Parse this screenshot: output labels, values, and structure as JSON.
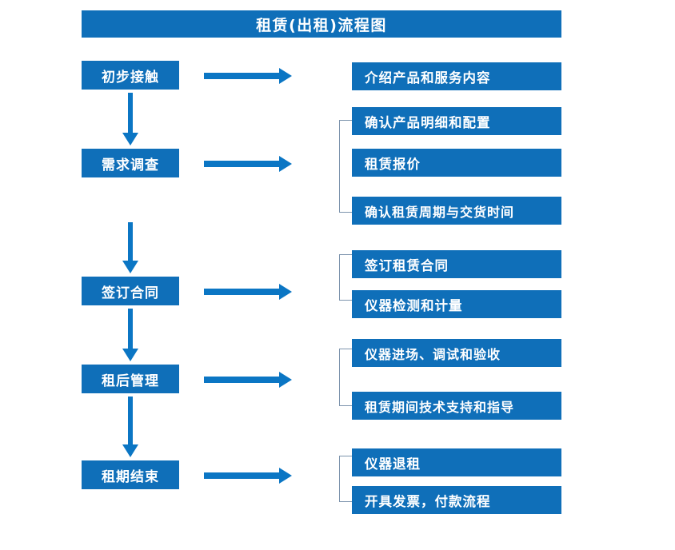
{
  "diagram": {
    "title": "租赁(出租)流程图",
    "accent_color": "#0f6fb9",
    "arrow_color": "#0b76c4",
    "bracket_color": "#7d94ad",
    "background_color": "#ffffff",
    "text_color": "#ffffff"
  },
  "stages": [
    {
      "label": "初步接触"
    },
    {
      "label": "需求调查"
    },
    {
      "label": "签订合同"
    },
    {
      "label": "租后管理"
    },
    {
      "label": "租期结束"
    }
  ],
  "details": [
    {
      "label": "介绍产品和服务内容"
    },
    {
      "label": "确认产品明细和配置"
    },
    {
      "label": "租赁报价"
    },
    {
      "label": "确认租赁周期与交货时间"
    },
    {
      "label": "签订租赁合同"
    },
    {
      "label": "仪器检测和计量"
    },
    {
      "label": "仪器进场、调试和验收"
    },
    {
      "label": "租赁期间技术支持和指导"
    },
    {
      "label": "仪器退租"
    },
    {
      "label": "开具发票，付款流程"
    }
  ],
  "connectors": {
    "vertical_arrow_icon": "down-arrow-icon",
    "horizontal_arrow_icon": "right-arrow-icon",
    "bracket_icon": "group-bracket-icon"
  }
}
